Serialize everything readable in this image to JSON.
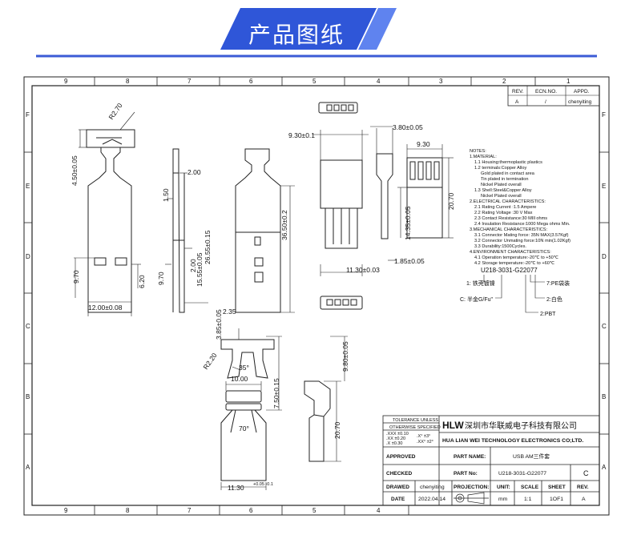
{
  "header": {
    "title": "产品图纸"
  },
  "grid": {
    "cols_top": [
      "9",
      "8",
      "7",
      "6",
      "5",
      "4",
      "3",
      "2",
      "1"
    ],
    "rows_left": [
      "F",
      "E",
      "D",
      "C",
      "B",
      "A"
    ]
  },
  "revision": {
    "headers": [
      "REV.",
      "ECN.NO.",
      "APPD."
    ],
    "row": [
      "A",
      "/",
      "chenyiting"
    ]
  },
  "dims": {
    "r270": "R2.70",
    "d450": "4.50±0.05",
    "d200": "2.00",
    "d150": "1.50",
    "d2655": "26.55±0.15",
    "d1555": "15.55±0.05",
    "d3650": "36.50±0.2",
    "d970a": "9.70",
    "d620": "6.20",
    "d1200": "12.00±0.08",
    "d970b": "9.70",
    "d200b": "2.00",
    "d235": "2.35",
    "d930a": "9.30±0.1",
    "d1130": "11.30±0.03",
    "d380": "3.80±0.05",
    "d930b": "9.30",
    "d2070a": "20.70",
    "d1435": "14.35±0.05",
    "d185": "1.85±0.05",
    "d385": "3.85±0.05",
    "r220": "R2.20",
    "a35": "35°",
    "d1000": "10.00",
    "d750": "7.50±0.15",
    "a70": "70°",
    "d1130b": "11.30",
    "d1130b_tol": "+0.05 -0.1",
    "d980": "9.80±0.05",
    "d2070b": "20.70"
  },
  "notes": [
    "NOTES:",
    "1.MATERIAL:",
    "1.1 Housing:thermoplastic plastics",
    "1.2 terminals:Copper Alloy",
    "Gold plated in contact area",
    "Tin plated in termination",
    "Nickel Plated overall",
    "1.3 Shell:Steel&Copper Alloy",
    "Nickel Plated overall",
    "2.ELECTRICAL CHARACTERISTICS:",
    "2.1 Rating Current :1.5 Ampere",
    "2.2 Rating Voltage :30 V Max",
    "2.3 Contact Resistance:30 MIll ohms",
    "2.4 Insulation Resistance:1000 Mega ohms Min.",
    "3.MECHANICAL CHARACTERISTICS:",
    "3.1 Connector Mating force: 35N MAX(3.57Kgf)",
    "3.2 Connector Unmating force:10N min(1.02Kgf)",
    "3.3 Durability:1500Cycles.",
    "4.ENVIRONMENT CHARACTERISTICS:",
    "4.1 Operation temperature:-20℃ to +50℃",
    "4.2 Storage temperature:-20℃ to +60℃"
  ],
  "partcode": {
    "code": "U218-3031-G22077",
    "c1": "1: 铁壳镀镍",
    "c2": "C: 半金G/Fu\"",
    "c3": "7:PE袋装",
    "c4": "2:白色",
    "c5": "2:PBT"
  },
  "titleblock": {
    "tol_title": "TOLERANCE UNLESS",
    "tol_sub": "OTHERWISE SPECIFIED",
    "tol_1": ".XXX ±0.10",
    "tol_2": ".XX ±0.20",
    "tol_3": ".X ±0.30",
    "ang_1": ".X° ±3°",
    "ang_2": ".XX° ±2°",
    "logo": "HLW",
    "company_cn": "深圳市华联威电子科技有限公司",
    "company_en": "HUA LIAN WEI TECHNOLOGY ELECTRONICS CO;LTD.",
    "approved": "APPROVED",
    "part_name_lbl": "PART NAME:",
    "part_name": "USB AM三件套",
    "checked": "CHECKED",
    "part_no_lbl": "PART No:",
    "part_no": "U218-3031-G22077",
    "size": "C",
    "drawed": "DRAWED",
    "drawer": "chenyiting",
    "projection": "PROJECTION:",
    "unit_lbl": "UNIT:",
    "scale_lbl": "SCALE",
    "sheet_lbl": "SHEET",
    "rev_lbl": "REV.",
    "date_lbl": "DATE",
    "date": "2022.04.14",
    "unit": "mm",
    "scale": "1:1",
    "sheet": "1OF1",
    "rev": "A"
  }
}
